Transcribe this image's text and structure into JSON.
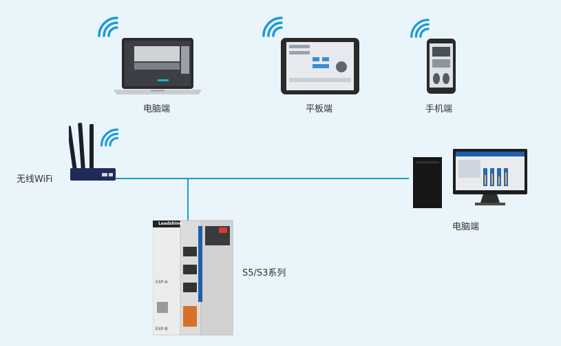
{
  "devices": {
    "laptop_label": "电脑端",
    "tablet_label": "平板端",
    "phone_label": "手机端",
    "router_label": "无线WiFi",
    "desktop_label": "电脑端",
    "controller_label": "S5/S3系列",
    "brand": "Leadshine",
    "port_a_label": "EXP-A",
    "port_b_label": "EXP-B"
  },
  "colors": {
    "background": "#e9f4fb",
    "network_line": "#1a9ad6",
    "wifi_icon": "#1a9ad6"
  },
  "icons": [
    "wifi-icon",
    "laptop",
    "tablet",
    "phone",
    "router",
    "desktop-pc",
    "plc-controller"
  ]
}
